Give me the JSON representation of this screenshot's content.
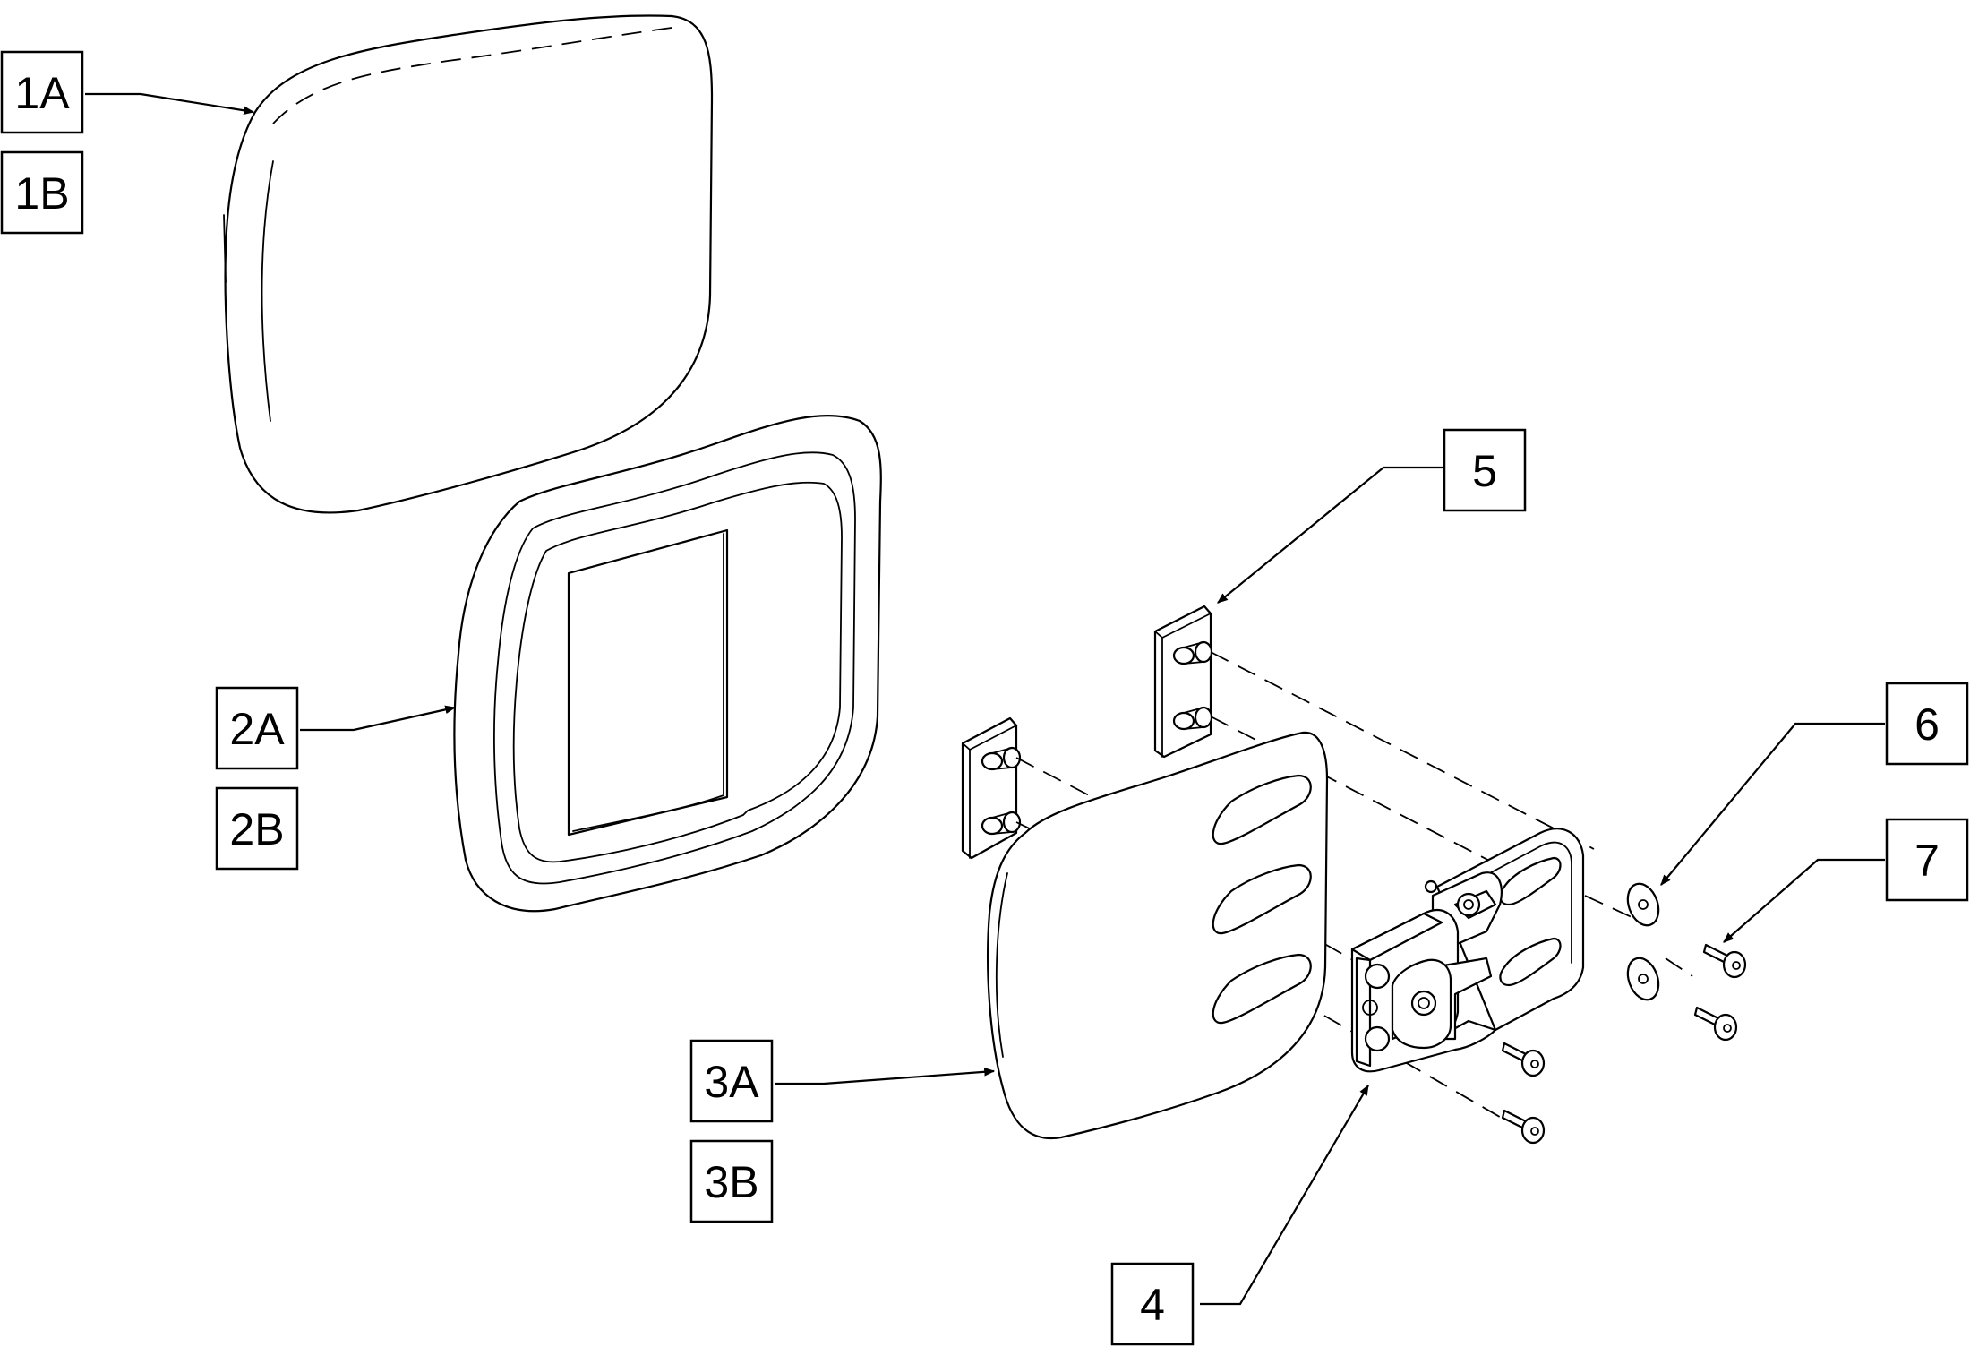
{
  "callouts": {
    "1A": "1A",
    "1B": "1B",
    "2A": "2A",
    "2B": "2B",
    "3A": "3A",
    "3B": "3B",
    "4": "4",
    "5": "5",
    "6": "6",
    "7": "7"
  }
}
